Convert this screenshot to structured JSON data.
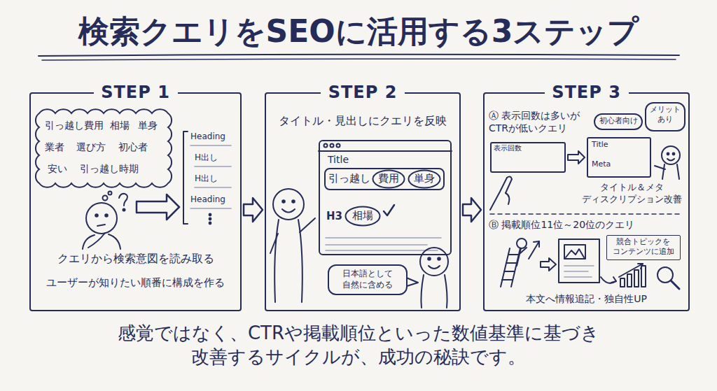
{
  "diagram": {
    "title": "検索クエリをSEOに活用する3ステップ",
    "caption": "感覚ではなく、CTRや掲載順位といった数値基準に基づき 改善するサイクルが、成功の秘訣です。",
    "nodes": [
      {
        "text": [
          "STEP 1",
          "クエリから検索意図を読み取る",
          "ユーザーが知りたい順番に構成を作る"
        ]
      },
      {
        "text": [
          "引っ越し費用",
          "相場",
          "単身",
          "業者",
          "選び方",
          "初心者",
          "安い",
          "引っ越し時期"
        ],
        "in": 0
      },
      {
        "text": [
          "STEP 2",
          "タイトル・見出しにクエリを反映"
        ]
      },
      {
        "text": [
          "Title",
          "H3"
        ],
        "in": 2
      },
      {
        "text": [
          "引っ越し"
        ],
        "in": 3
      },
      {
        "text": [
          "費用"
        ],
        "in": 4
      },
      {
        "text": [
          "単身"
        ],
        "in": 4
      },
      {
        "text": [
          "相場"
        ],
        "in": 3
      },
      {
        "text": [
          "日本語として 自然に含める"
        ],
        "in": 2
      },
      {
        "text": [
          "STEP 3",
          "Ⓐ 表示回数は多いが CTRが低いクエリ",
          "タイトル＆メタ ディスクリプション改善",
          "Ⓑ 掲載順位11位～20位のクエリ",
          "本文へ情報追記・独自性UP"
        ]
      },
      {
        "text": [
          "表示回数"
        ],
        "in": 9
      },
      {
        "text": [
          "Title",
          "Meta"
        ],
        "in": 9
      },
      {
        "text": [
          "初心者向け"
        ],
        "in": 9
      },
      {
        "text": [
          "メリット あり"
        ],
        "in": 9
      },
      {
        "text": [
          "競合トピックを コンテンツに追加"
        ],
        "in": 9
      }
    ],
    "edges": [
      {
        "from": 0,
        "to": 2,
        "arrow": "to"
      },
      {
        "from": 2,
        "to": 9,
        "arrow": "to"
      },
      {
        "from": 10,
        "to": 11,
        "arrow": "to"
      }
    ],
    "labels": [
      "Heading",
      "H出し",
      "H出し",
      "Heading"
    ]
  }
}
